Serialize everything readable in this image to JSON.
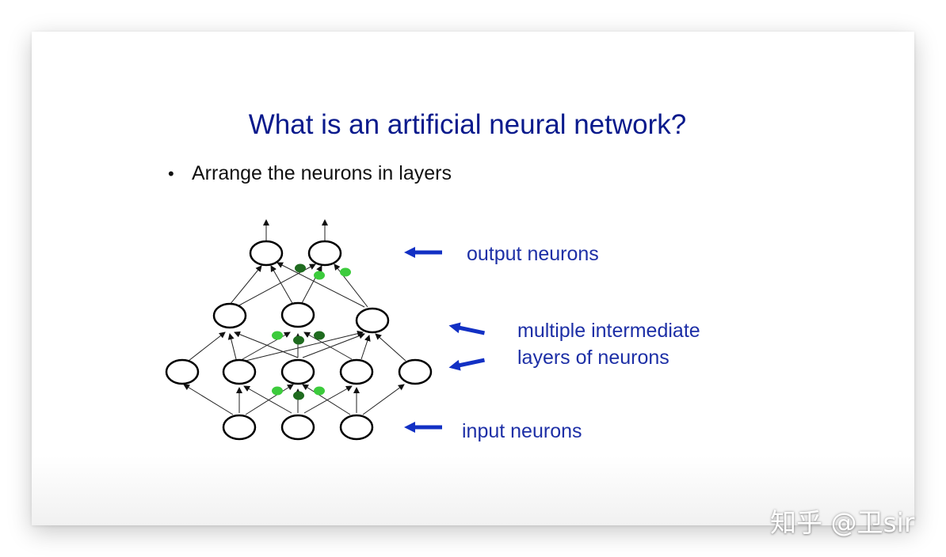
{
  "slide": {
    "title": "What is an artificial neural network?",
    "bullet": "Arrange the neurons in layers",
    "bullet_marker": "•"
  },
  "labels": {
    "output": "output neurons",
    "intermediate_line1": "multiple intermediate",
    "intermediate_line2": "layers of neurons",
    "input": "input neurons"
  },
  "watermark": "知乎 @卫sir",
  "colors": {
    "title": "#0a1a8c",
    "label": "#1d2fa6",
    "arrow": "#1230c4",
    "light_green": "#3ccb3c",
    "dark_green": "#1f6b1f"
  },
  "icons": [
    "left-arrow-icon"
  ]
}
